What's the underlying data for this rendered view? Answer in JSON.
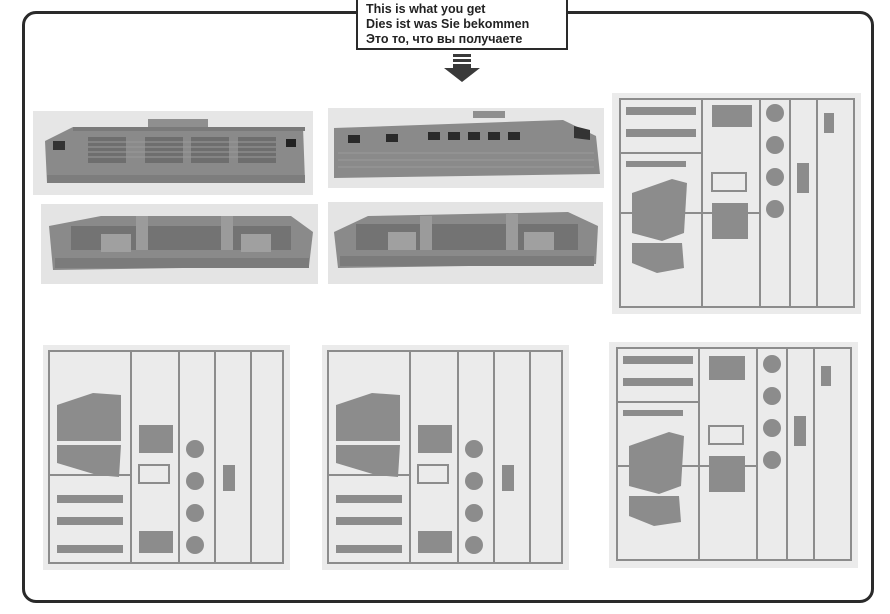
{
  "label": {
    "lines": [
      "This is what you get",
      "Dies ist was Sie bekommen",
      "Это то, что вы получаете"
    ]
  },
  "icons": {
    "arrow": "arrow-down-icon"
  },
  "colors": {
    "frame": "#2a2a2a",
    "plastic": "#8c8c8c",
    "background": "#e9e9e9"
  },
  "photos": [
    {
      "name": "body-shell-left-photo"
    },
    {
      "name": "body-shell-right-photo"
    },
    {
      "name": "chassis-left-photo"
    },
    {
      "name": "chassis-right-photo"
    },
    {
      "name": "sprue-top-right-photo"
    },
    {
      "name": "sprue-bottom-left-photo"
    },
    {
      "name": "sprue-bottom-center-photo"
    },
    {
      "name": "sprue-bottom-right-photo"
    }
  ]
}
